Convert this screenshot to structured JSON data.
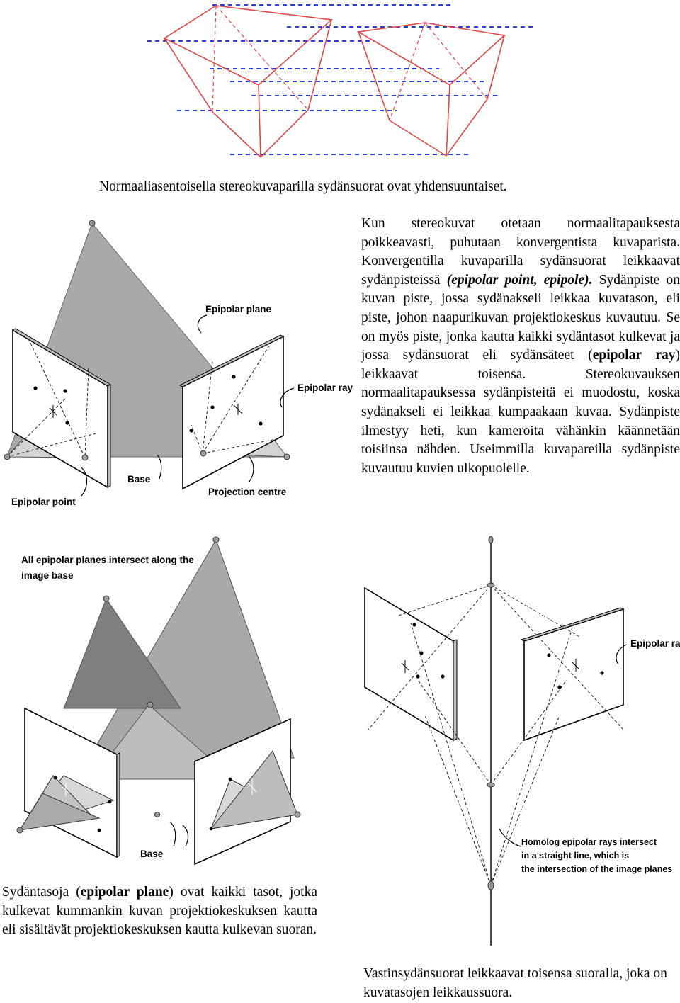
{
  "caption_top": "Normaaliasentoisella stereokuvaparilla sydänsuorat ovat yhdensuuntaiset.",
  "paragraph_main": [
    {
      "text": "Kun stereokuvat otetaan normaalitapauksesta poikkeavasti, puhutaan konvergentista kuvaparista. Konvergentilla kuvaparilla sydänsuorat leikkaavat sydänpisteissä ",
      "style": "normal"
    },
    {
      "text": "(epipolar point, epipole).",
      "style": "bold-italic"
    },
    {
      "text": " Sydänpiste on kuvan piste, jossa sydänakseli leikkaa kuvatason, eli piste, johon naapurikuvan projektiokeskus kuvautuu. Se on myös piste, jonka kautta kaikki sydäntasot kulkevat ja jossa sydänsuorat eli sydänsäteet (",
      "style": "normal"
    },
    {
      "text": "epipolar ray",
      "style": "bold"
    },
    {
      "text": ") leikkaavat toisensa. Stereokuvauksen normaalitapauksessa sydänpisteitä ei muodostu, koska sydänakseli ei leikkaa kumpaakaan kuvaa. Sydänpiste ilmestyy heti, kun kameroita vähänkin käännetään toisiinsa nähden. Useimmilla kuvapareilla sydänpiste kuvautuu kuvien ulkopuolelle.",
      "style": "normal"
    }
  ],
  "paragraph_bottom_left": [
    {
      "text": "Sydäntasoja (",
      "style": "normal"
    },
    {
      "text": "epipolar plane",
      "style": "bold"
    },
    {
      "text": ") ovat kaikki tasot, jotka kulkevat kummankin kuvan projektiokeskuksen kautta eli sisältävät projektiokeskuksen kautta kulkevan suoran.",
      "style": "normal"
    }
  ],
  "caption_bottom_right": "Vastinsydänsuorat leikkaavat toisensa suoralla, joka on kuvatasojen leikkaussuora.",
  "figure_labels": {
    "epipolar_plane": "Epipolar plane",
    "epipolar_ray": "Epipolar ray",
    "base": "Base",
    "projection_centre": "Projection centre",
    "epipolar_point": "Epipolar point",
    "all_planes_line1": "All epipolar planes intersect along the",
    "all_planes_line2": "image base",
    "base_2": "Base",
    "epipolar_ray_2": "Epipolar ray",
    "homolog_line1": "Homolog epipolar rays intersect",
    "homolog_line2": "in a straight line, which is",
    "homolog_line3": "the intersection of the image planes"
  },
  "colors": {
    "red_lines": "#e04848",
    "blue_dashes": "#2b3fd6",
    "plane_gray": "#a9a9a9",
    "plane_dark": "#7f7f7f",
    "plane_light": "#d4d4d4"
  }
}
